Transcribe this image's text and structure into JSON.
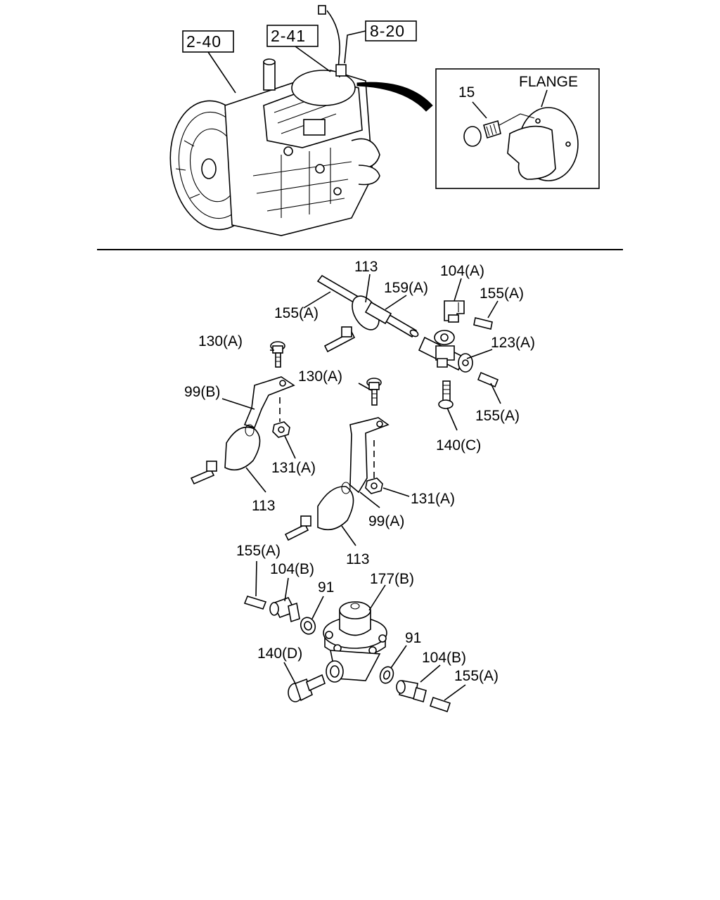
{
  "references": {
    "r1": "2-40",
    "r2": "2-41",
    "r3": "8-20"
  },
  "inset": {
    "flange": "FLANGE",
    "bolt": "15"
  },
  "callouts": {
    "c113_top": "113",
    "c159a": "159(A)",
    "c104a": "104(A)",
    "c155a_1": "155(A)",
    "c155a_2": "155(A)",
    "c123a": "123(A)",
    "c130a_1": "130(A)",
    "c130a_2": "130(A)",
    "c99b": "99(B)",
    "c155a_3": "155(A)",
    "c140c": "140(C)",
    "c131a_1": "131(A)",
    "c131a_2": "131(A)",
    "c113_mid": "113",
    "c99a": "99(A)",
    "c113_low": "113",
    "c155a_4": "155(A)",
    "c104b_1": "104(B)",
    "c91_1": "91",
    "c177b": "177(B)",
    "c140d": "140(D)",
    "c91_2": "91",
    "c104b_2": "104(B)",
    "c155a_5": "155(A)"
  }
}
